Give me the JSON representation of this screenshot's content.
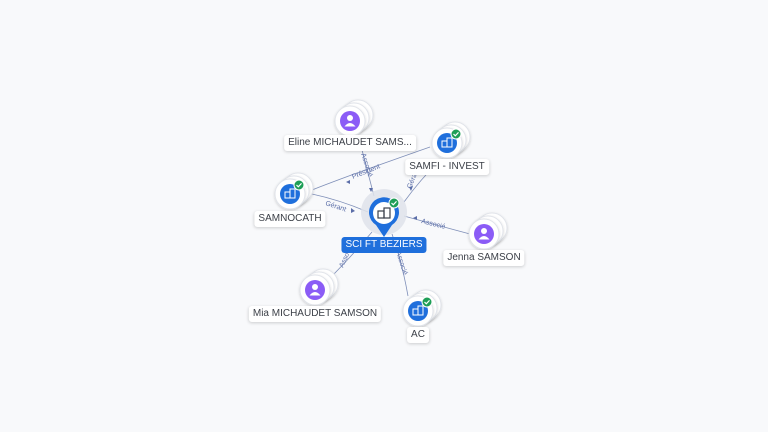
{
  "colors": {
    "company": "#1f6fdc",
    "person": "#8b5cf6",
    "check": "#1e9e57",
    "edge": "#7f8fb8"
  },
  "center": {
    "label": "SCI FT BEZIERS",
    "icon": "building-icon",
    "verified": true
  },
  "nodes": {
    "eline": {
      "label": "Eline MICHAUDET SAMS...",
      "type": "person",
      "icon": "person-icon"
    },
    "samfi": {
      "label": "SAMFI - INVEST",
      "type": "company",
      "icon": "building-icon",
      "verified": true
    },
    "samnocath": {
      "label": "SAMNOCATH",
      "type": "company",
      "icon": "building-icon",
      "verified": true
    },
    "jenna": {
      "label": "Jenna SAMSON",
      "type": "person",
      "icon": "person-icon"
    },
    "mia": {
      "label": "Mia MICHAUDET SAMSON",
      "type": "person",
      "icon": "person-icon"
    },
    "ac": {
      "label": "AC",
      "type": "company",
      "icon": "building-icon",
      "verified": true
    }
  },
  "edges": {
    "eline_associe": "Associé",
    "eline_president": "Président",
    "samfi_gerant": "Gérant",
    "samnocath_gerant": "Gérant",
    "jenna_associe": "Associé",
    "mia_associe": "Associé",
    "ac_associe": "Associé"
  }
}
